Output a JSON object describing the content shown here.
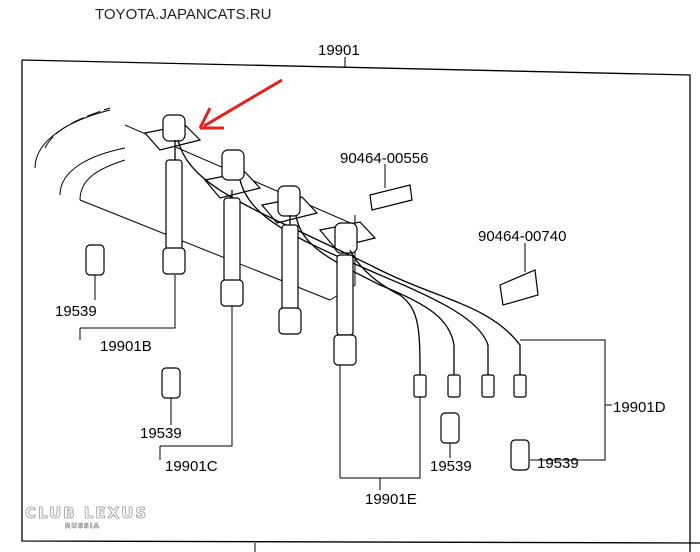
{
  "header": {
    "site": "TOYOTA.JAPANCATS.RU"
  },
  "watermark": {
    "line1": "CLUB LEXUS",
    "line2": "RUSSIA"
  },
  "labels": {
    "main": "19901",
    "clamp_a": "90464-00556",
    "clamp_b": "90464-00740",
    "cord_b": "19901B",
    "cord_c": "19901C",
    "cord_d": "19901D",
    "cord_e": "19901E",
    "boot_b": "19539",
    "boot_c": "19539",
    "boot_e": "19539",
    "boot_d": "19539"
  },
  "colors": {
    "arrow": "#e8201c",
    "line": "#000000"
  }
}
